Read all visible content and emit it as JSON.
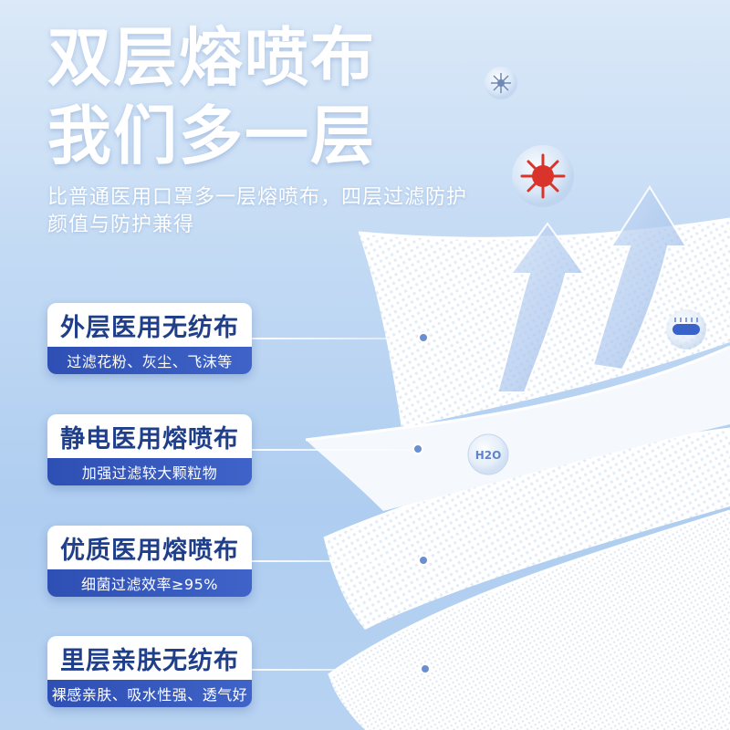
{
  "headline": {
    "line1": "双层熔喷布",
    "line2": "我们多一层"
  },
  "subheadline": {
    "line1": "比普通医用口罩多一层熔喷布，四层过滤防护",
    "line2": "颜值与防护兼得"
  },
  "layers": [
    {
      "name": "外层医用无纺布",
      "desc": "过滤花粉、灰尘、飞沫等"
    },
    {
      "name": "静电医用熔喷布",
      "desc": "加强过滤较大颗粒物"
    },
    {
      "name": "优质医用熔喷布",
      "desc": "细菌过滤效率≥95%"
    },
    {
      "name": "里层亲肤无纺布",
      "desc": "裸感亲肤、吸水性强、透气好"
    }
  ],
  "icons": {
    "h2o_label": "H2O",
    "particles": [
      "virus-icon",
      "bacteria-icon",
      "dust-particle-icon",
      "h2o-droplet-icon"
    ],
    "arrows": [
      "deflect-arrow-icon",
      "deflect-arrow-icon"
    ]
  },
  "colors": {
    "card_header_text": "#1f3f8a",
    "card_footer_bg": "#2e4fb3",
    "virus_red": "#d9332b",
    "background_blue": "#b8d3f2"
  }
}
